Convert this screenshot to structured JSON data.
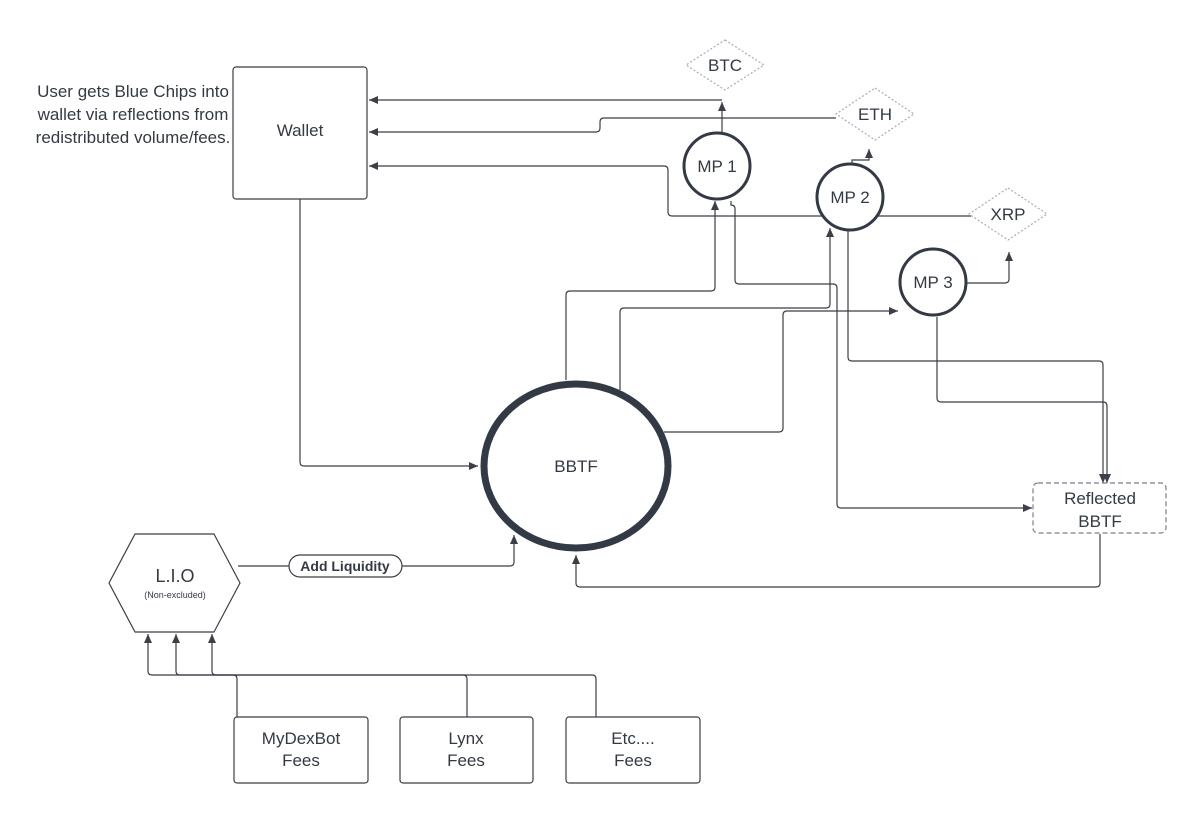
{
  "note": "User gets Blue Chips into wallet via reflections from redistributed volume/fees.",
  "nodes": {
    "wallet": "Wallet",
    "btc": "BTC",
    "eth": "ETH",
    "xrp": "XRP",
    "mp1": "MP 1",
    "mp2": "MP 2",
    "mp3": "MP 3",
    "bbtf": "BBTF",
    "reflected_line1": "Reflected",
    "reflected_line2": "BBTF",
    "lio": "L.I.O",
    "lio_sub": "(Non-excluded)",
    "add_liquidity": "Add Liquidity",
    "mydexbot_line1": "MyDexBot",
    "mydexbot_line2": "Fees",
    "lynx_line1": "Lynx",
    "lynx_line2": "Fees",
    "etc_line1": "Etc....",
    "etc_line2": "Fees"
  }
}
